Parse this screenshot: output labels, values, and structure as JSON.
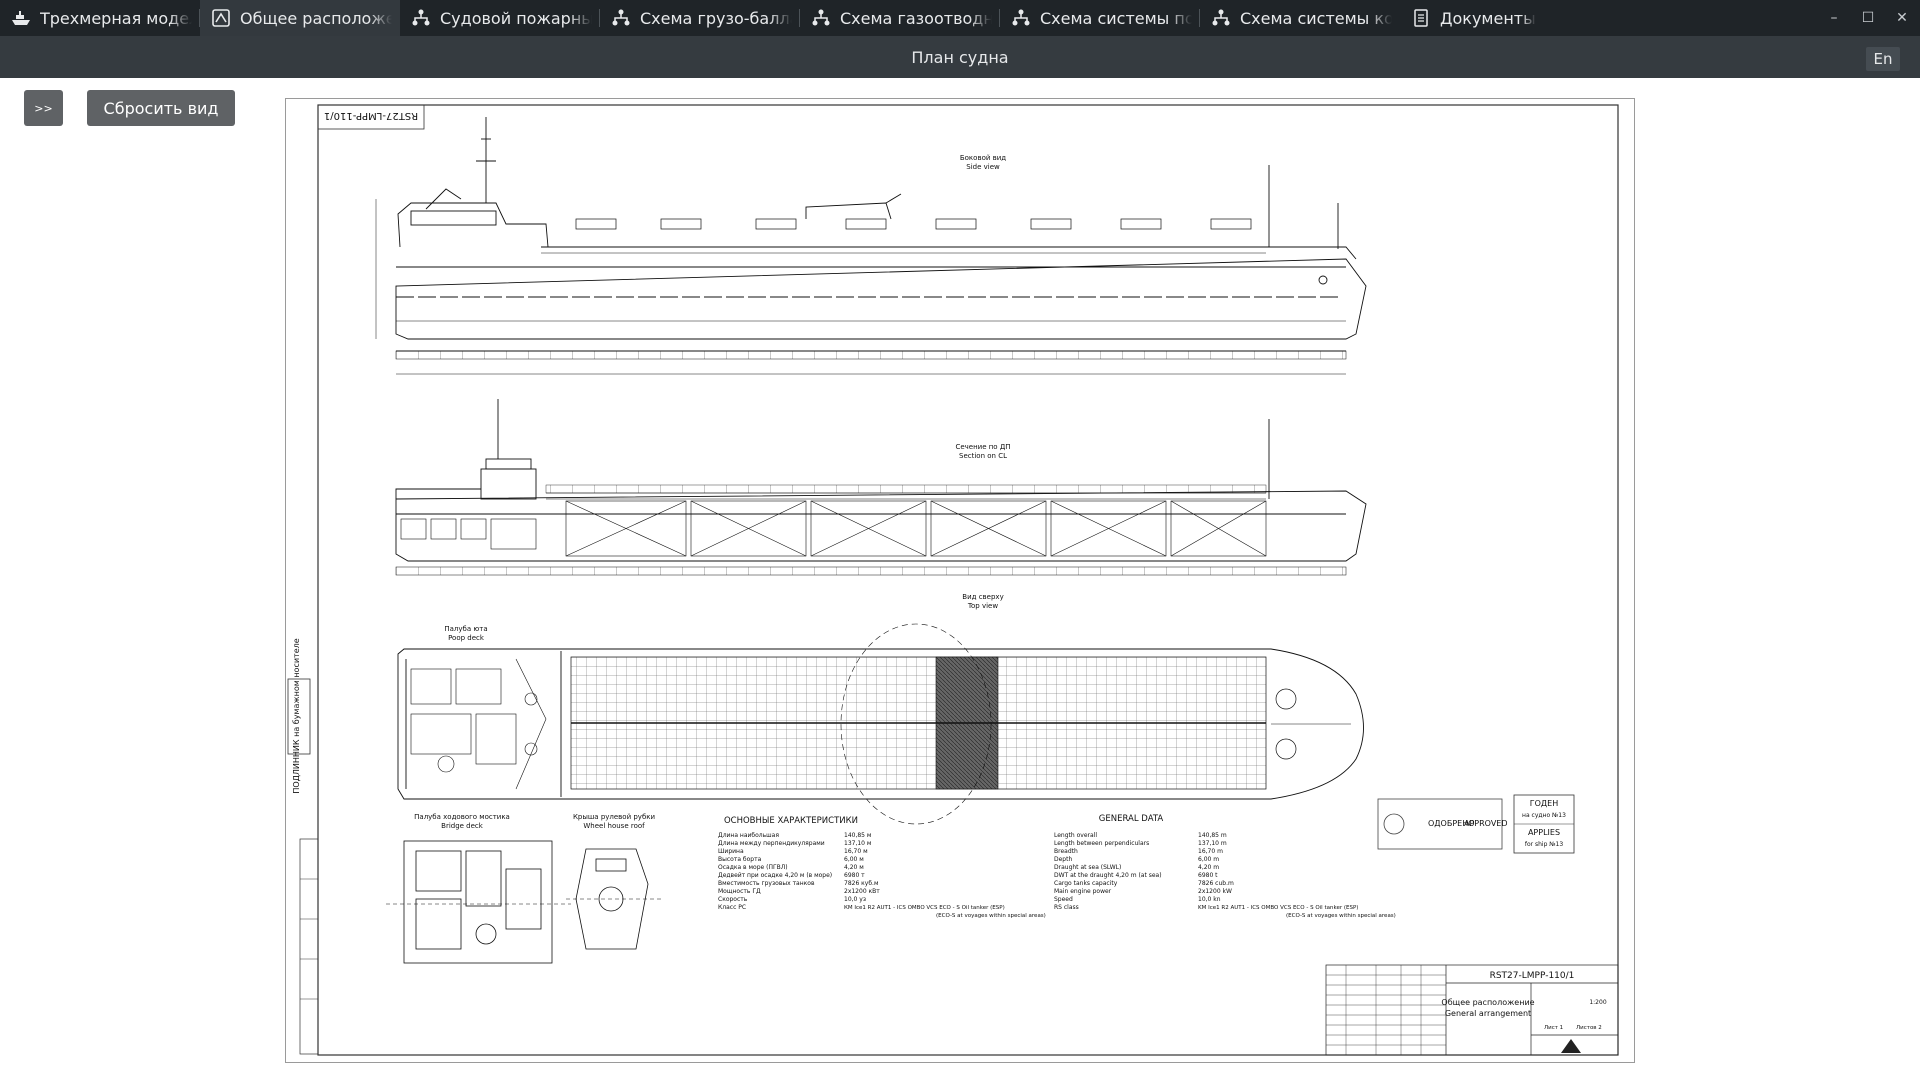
{
  "tabs": [
    {
      "label": "Трехмерная модель судна",
      "icon": "ship-icon"
    },
    {
      "label": "Общее расположение",
      "icon": "general-arrangement-icon"
    },
    {
      "label": "Судовой пожарный гидрант",
      "icon": "schema-icon"
    },
    {
      "label": "Схема грузо-балластная",
      "icon": "schema-icon"
    },
    {
      "label": "Схема газоотводной системы",
      "icon": "schema-icon"
    },
    {
      "label": "Схема системы подогрева",
      "icon": "schema-icon"
    },
    {
      "label": "Схема системы контроля",
      "icon": "schema-icon"
    },
    {
      "label": "Документы",
      "icon": "document-icon"
    }
  ],
  "window": {
    "minimize": "–",
    "maximize": "☐",
    "close": "✕"
  },
  "header": {
    "title": "План судна",
    "language": "En"
  },
  "controls": {
    "expand_label": ">>",
    "reset_label": "Сбросить вид"
  },
  "drawing": {
    "doc_number": "RST27-LMPP-110/1",
    "side_view": {
      "ru": "Боковой вид",
      "en": "Side view"
    },
    "section_cl": {
      "ru": "Сечение по ДП",
      "en": "Section on CL"
    },
    "top_view": {
      "ru": "Вид сверху",
      "en": "Top view"
    },
    "poop_deck": {
      "ru": "Палуба юта",
      "en": "Poop deck"
    },
    "bridge_deck": {
      "ru": "Палуба ходового мостика",
      "en": "Bridge deck"
    },
    "wheel_house_roof": {
      "ru": "Крыша рулевой рубки",
      "en": "Wheel house roof"
    },
    "main_char_title": "ОСНОВНЫЕ ХАРАКТЕРИСТИКИ",
    "general_data_title": "GENERAL DATA",
    "params": [
      {
        "ru": "Длина наибольшая",
        "en": "Length overall",
        "v_ru": "140,85 м",
        "v_en": "140,85 m"
      },
      {
        "ru": "Длина между перпендикулярами",
        "en": "Length between perpendiculars",
        "v_ru": "137,10 м",
        "v_en": "137,10 m"
      },
      {
        "ru": "Ширина",
        "en": "Breadth",
        "v_ru": "16,70 м",
        "v_en": "16,70 m"
      },
      {
        "ru": "Высота борта",
        "en": "Depth",
        "v_ru": "6,00 м",
        "v_en": "6,00 m"
      },
      {
        "ru": "Осадка в море (ПГВЛ)",
        "en": "Draught at sea (SLWL)",
        "v_ru": "4,20 м",
        "v_en": "4,20 m"
      },
      {
        "ru": "Дедвейт при осадке 4,20 м (в море)",
        "en": "DWT at the draught 4,20 m (at sea)",
        "v_ru": "6980 т",
        "v_en": "6980 t"
      },
      {
        "ru": "Вместимость грузовых танков",
        "en": "Cargo tanks capacity",
        "v_ru": "7826 куб.м",
        "v_en": "7826 cub.m"
      },
      {
        "ru": "Мощность ГД",
        "en": "Main engine power",
        "v_ru": "2x1200 кВт",
        "v_en": "2x1200 kW"
      },
      {
        "ru": "Скорость",
        "en": "Speed",
        "v_ru": "10,0 уз",
        "v_en": "10,0 kn"
      },
      {
        "ru": "Класс РС",
        "en": "RS class",
        "v_ru": "КМ Ice1 R2 AUT1 - ICS OMBO VCS ECO - S Oil tanker (ESP)",
        "v_en": "KM Ice1 R2 AUT1 - ICS OMBO VCS ECO - S Oil tanker (ESP)"
      }
    ],
    "class_note_ru": "(ECO-S at voyages within special areas)",
    "class_note_en": "(ECO-S at voyages within special areas)",
    "stamp_approved": {
      "ru": "ОДОБРЕНО",
      "en": "APPROVED"
    },
    "valid_box": {
      "ru": "ГОДЕН",
      "ru_sub": "на судно №13",
      "en": "APPLIES",
      "en_sub": "for ship №13"
    },
    "left_stamp": "ПОДЛИННИК на бумажном носителе",
    "titleblock": {
      "number": "RST27-LMPP-110/1",
      "name_ru": "Общее расположение",
      "name_en": "General arrangement",
      "scale": "1:200",
      "sheet": "Лист 1",
      "sheets": "Листов 2"
    }
  }
}
